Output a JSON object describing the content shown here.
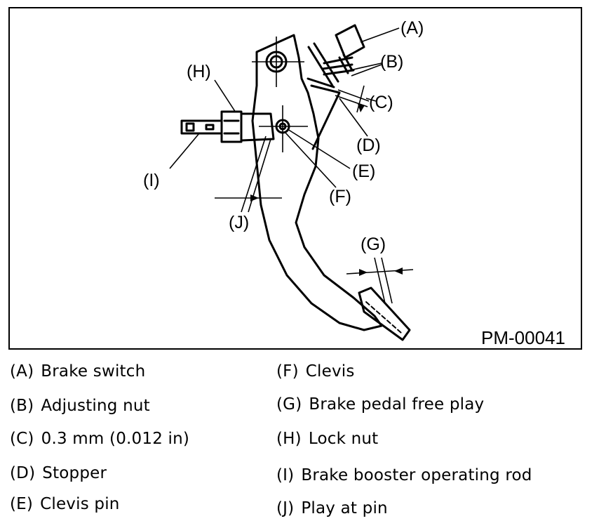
{
  "figure": {
    "code": "PM-00041",
    "callouts": {
      "A": "(A)",
      "B": "(B)",
      "C": "(C)",
      "D": "(D)",
      "E": "(E)",
      "F": "(F)",
      "G": "(G)",
      "H": "(H)",
      "I": "(I)",
      "J": "(J)"
    }
  },
  "legend": {
    "left": [
      {
        "key": "(A)",
        "text": "Brake switch"
      },
      {
        "key": "(B)",
        "text": "Adjusting nut"
      },
      {
        "key": "(C)",
        "text": "0.3 mm (0.012 in)"
      },
      {
        "key": "(D)",
        "text": "Stopper"
      },
      {
        "key": "(E)",
        "text": "Clevis pin"
      }
    ],
    "right": [
      {
        "key": "(F)",
        "text": "Clevis"
      },
      {
        "key": "(G)",
        "text": "Brake pedal free play"
      },
      {
        "key": "(H)",
        "text": "Lock nut"
      },
      {
        "key": "(I)",
        "text": "Brake booster operating rod"
      },
      {
        "key": "(J)",
        "text": "Play at pin"
      }
    ]
  }
}
